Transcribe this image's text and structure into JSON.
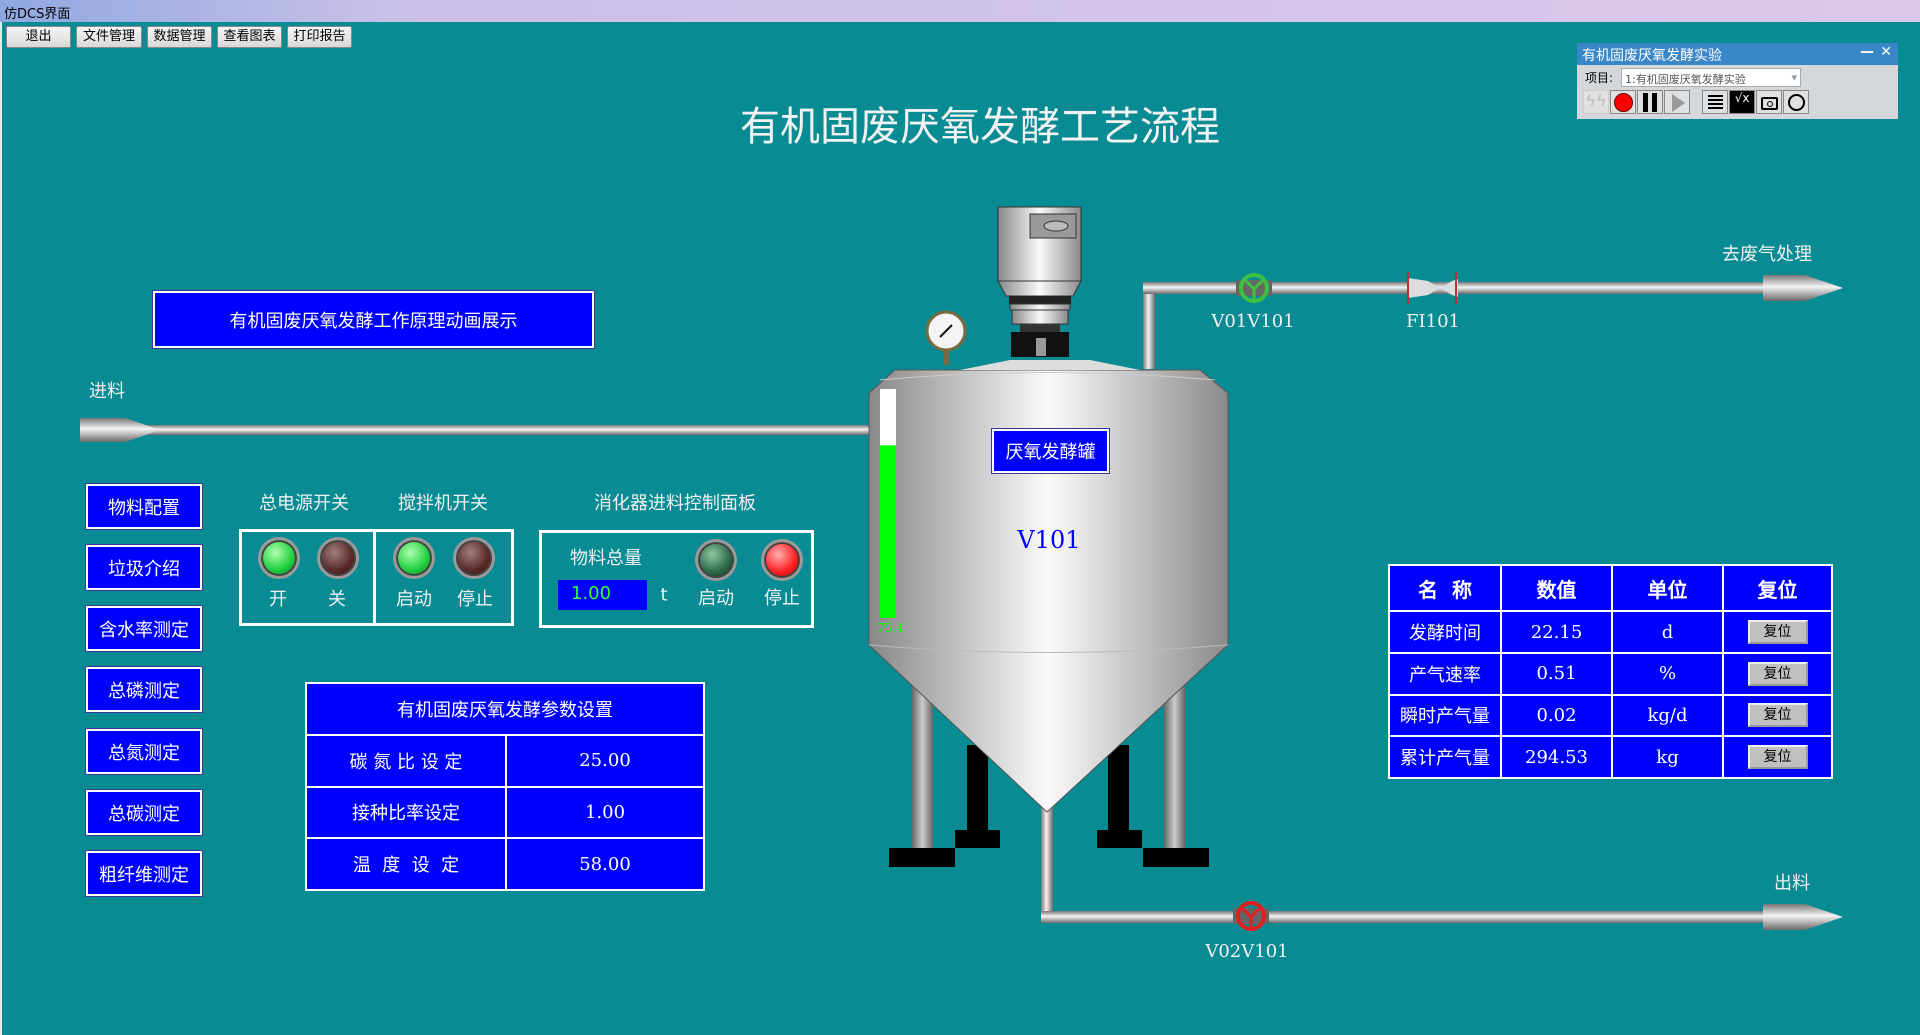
{
  "window_title": "仿DCS界面",
  "toolbar": [
    "退出",
    "文件管理",
    "数据管理",
    "查看图表",
    "打印报告"
  ],
  "main_title": "有机固废厌氧发酵工艺流程",
  "float_window": {
    "title": "有机固废厌氧发酵实验",
    "project_label": "项目:",
    "project_value": "1:有机固废厌氧发酵实验",
    "minimize": "—",
    "close": "✕"
  },
  "animation_button": "有机固废厌氧发酵工作原理动画展示",
  "feed_label": "进料",
  "side_buttons": [
    "物料配置",
    "垃圾介绍",
    "含水率测定",
    "总磷测定",
    "总氮测定",
    "总碳测定",
    "粗纤维测定"
  ],
  "switches": {
    "power_title": "总电源开关",
    "mixer_title": "搅拌机开关",
    "power_on": "开",
    "power_off": "关",
    "mixer_start": "启动",
    "mixer_stop": "停止"
  },
  "feed_panel": {
    "title": "消化器进料控制面板",
    "amount_label": "物料总量",
    "amount_value": "1.00",
    "unit": "t",
    "start": "启动",
    "stop": "停止"
  },
  "param_table": {
    "title": "有机固废厌氧发酵参数设置",
    "rows": [
      {
        "name": "碳 氮 比 设 定",
        "value": "25.00"
      },
      {
        "name": "接种比率设定",
        "value": "1.00"
      },
      {
        "name": "温  度  设  定",
        "value": "58.00"
      }
    ]
  },
  "tank": {
    "label": "厌氧发酵罐",
    "tag": "V101",
    "level": 75.4,
    "level_text": "75.4"
  },
  "pipes": {
    "gas_valve": "V01V101",
    "flow_meter": "FI101",
    "gas_dest": "去废气处理",
    "out_valve": "V02V101",
    "out_label": "出料"
  },
  "colors": {
    "gas_valve": "#40c040",
    "out_valve": "#e02020",
    "level": "#00ff00"
  },
  "result_table": {
    "headers": [
      "名  称",
      "数值",
      "单位",
      "复位"
    ],
    "rows": [
      {
        "name": "发酵时间",
        "value": "22.15",
        "unit": "d",
        "reset": "复位"
      },
      {
        "name": "产气速率",
        "value": "0.51",
        "unit": "%",
        "reset": "复位"
      },
      {
        "name": "瞬时产气量",
        "value": "0.02",
        "unit": "kg/d",
        "reset": "复位"
      },
      {
        "name": "累计产气量",
        "value": "294.53",
        "unit": "kg",
        "reset": "复位"
      }
    ]
  }
}
